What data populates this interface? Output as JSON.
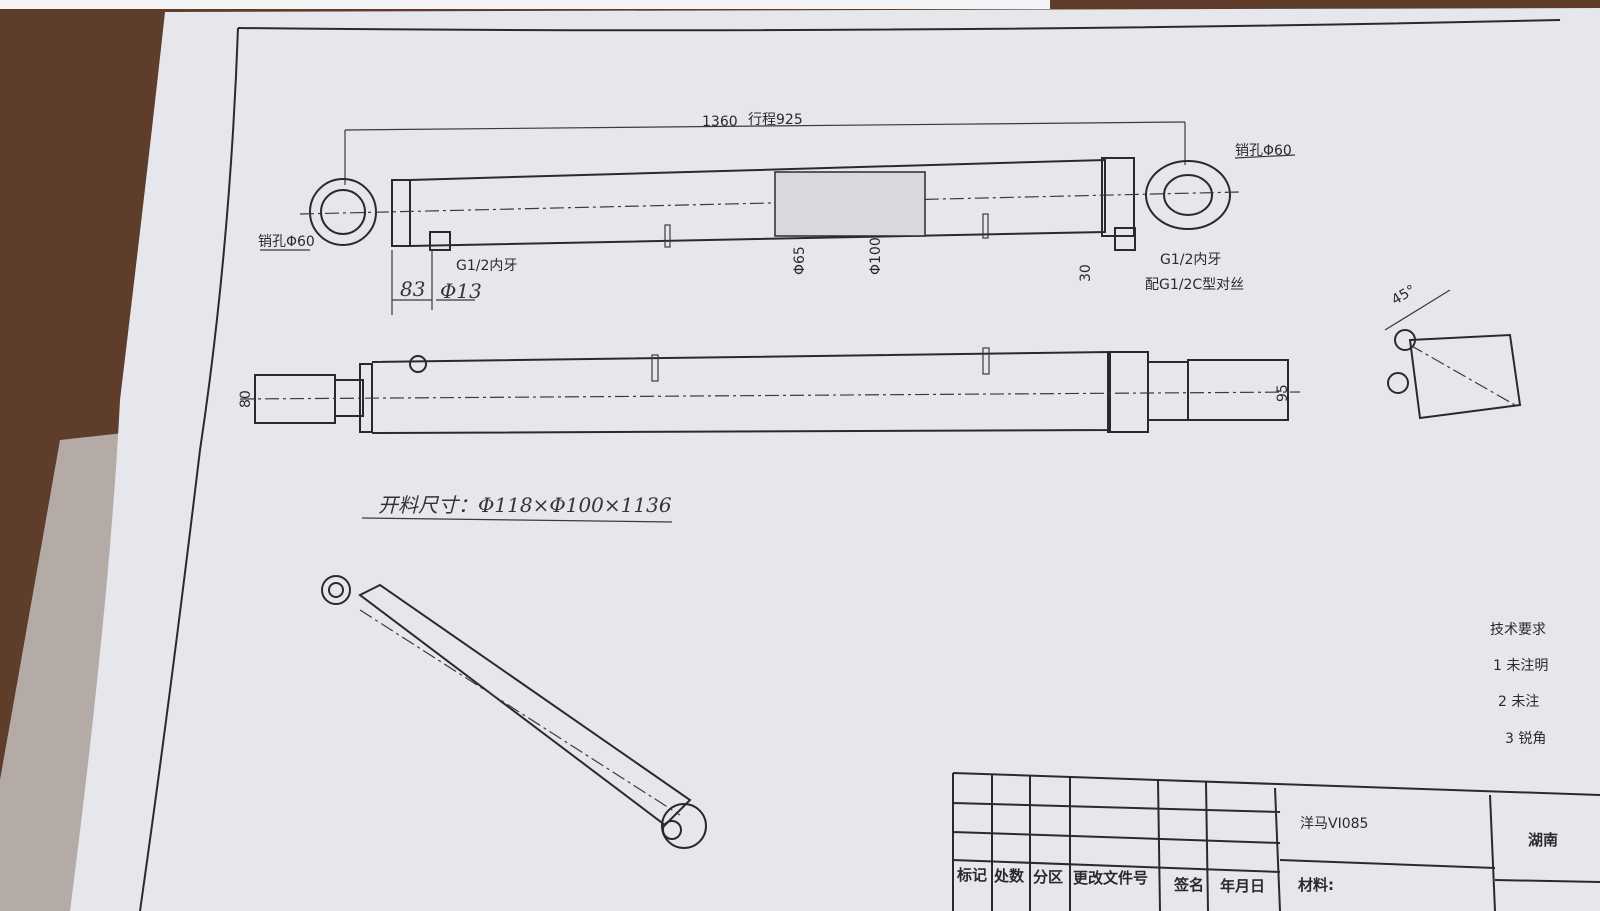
{
  "drawing": {
    "overall_length_label": "1360",
    "stroke_label": "行程925",
    "pin_hole_left": "销孔Φ60",
    "pin_hole_right": "销孔Φ60",
    "port_left": "G1/2内牙",
    "port_right": "G1/2内牙",
    "port_right_note": "配G1/2C型对丝",
    "dim_rod": "Φ65",
    "dim_bore": "Φ100",
    "dim_30": "30",
    "dim_80": "80",
    "dim_95": "95",
    "angle": "45°",
    "handwritten_dim_83": "83",
    "handwritten_dim_13": "Φ13",
    "handwritten_cut_size": "开料尺寸：Φ118×Φ100×1136"
  },
  "tech_requirements": {
    "title": "技术要求",
    "items": [
      "1  未注明",
      "2  未注",
      "3  锐角"
    ]
  },
  "title_block": {
    "model": "洋马VI085",
    "company_partial": "湖南",
    "material_label": "材料:",
    "headers": [
      "标记",
      "处数",
      "分区",
      "更改文件号",
      "签名",
      "年月日"
    ]
  }
}
